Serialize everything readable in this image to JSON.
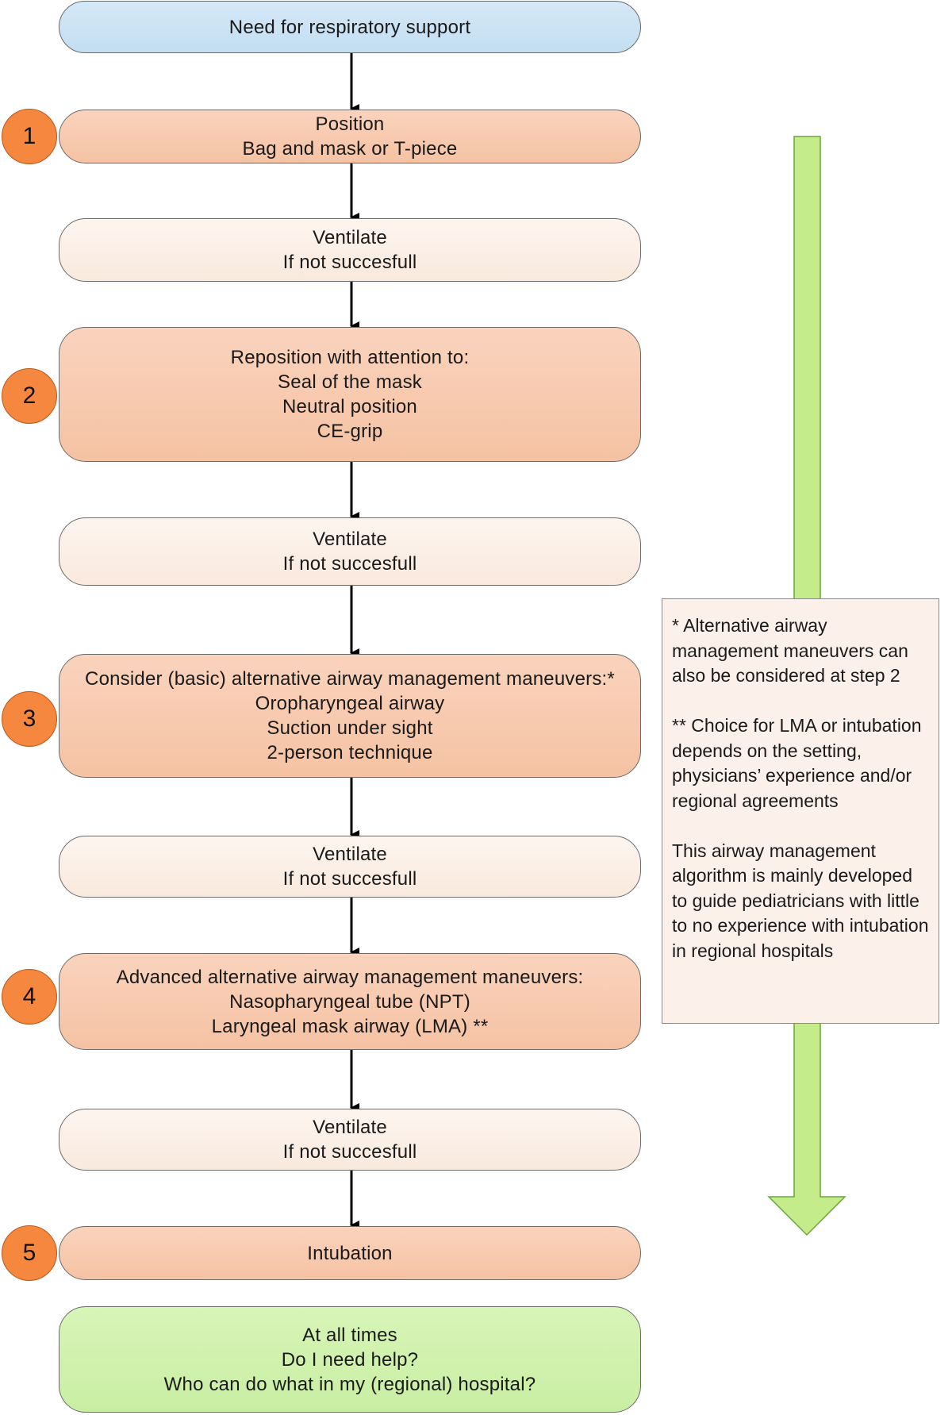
{
  "start": {
    "lines": [
      "Need for respiratory support"
    ]
  },
  "steps": [
    {
      "number": "1",
      "lines": [
        "Position",
        "Bag and mask or T-piece"
      ]
    },
    {
      "number": "2",
      "lines": [
        "Reposition with attention to:",
        "Seal of the mask",
        "Neutral position",
        "CE-grip"
      ]
    },
    {
      "number": "3",
      "lines": [
        "Consider (basic) alternative airway management maneuvers:*",
        "Oropharyngeal airway",
        "Suction under sight",
        "2-person technique"
      ]
    },
    {
      "number": "4",
      "lines": [
        "Advanced alternative airway management maneuvers:",
        "Nasopharyngeal tube (NPT)",
        "Laryngeal mask airway (LMA) **"
      ]
    },
    {
      "number": "5",
      "lines": [
        "Intubation"
      ]
    }
  ],
  "ventilate": {
    "lines": [
      "Ventilate",
      "If not succesfull"
    ]
  },
  "final": {
    "lines": [
      "At all times",
      "Do I need help?",
      "Who can do what in my (regional) hospital?"
    ]
  },
  "notes": [
    "* Alternative airway management maneuvers can also be considered at step 2",
    "** Choice for LMA or intubation depends on the setting, physicians’ experience and/or regional agreements",
    "This airway management algorithm is mainly developed to guide pediatricians with little to no experience with intubation in regional hospitals"
  ],
  "colors": {
    "start": "#c3def2",
    "step": "#f5c2a3",
    "ventilate": "#fbeee4",
    "final": "#c8eea3",
    "badge": "#f5883e",
    "progress_arrow": "#c4ec8a"
  }
}
